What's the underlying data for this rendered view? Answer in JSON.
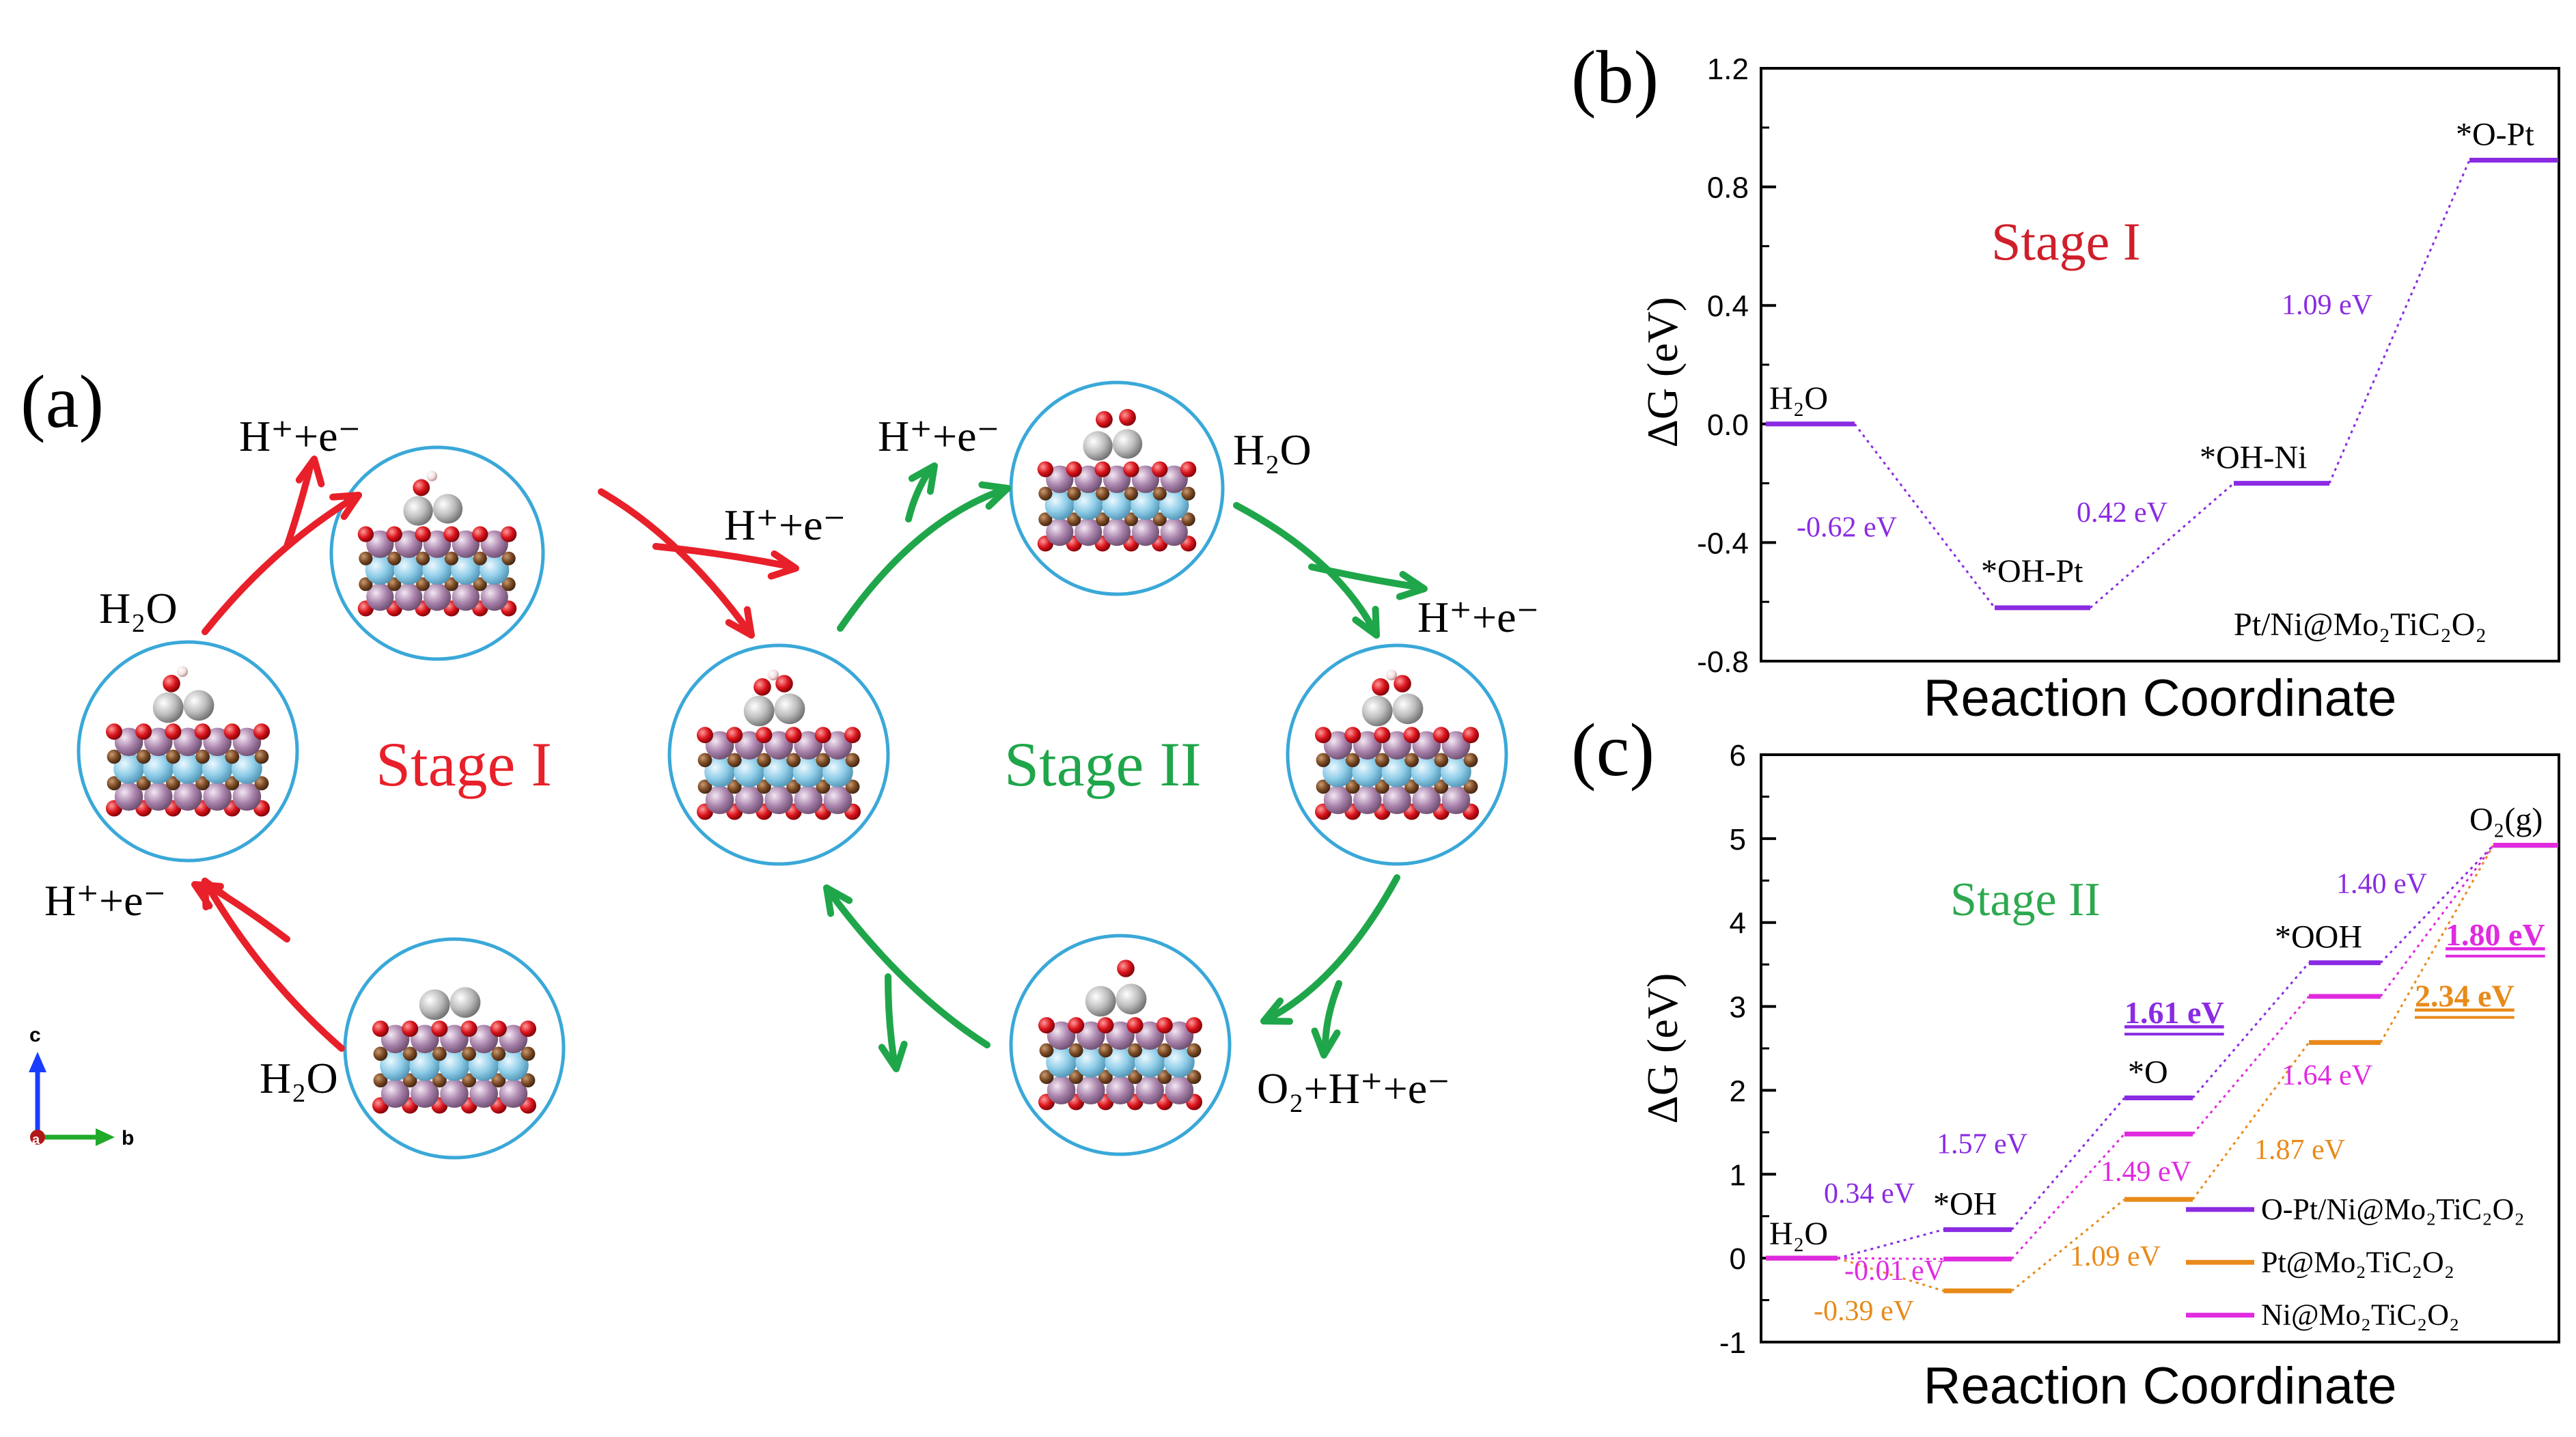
{
  "panel_a": {
    "label": "(a)",
    "stage1_label": "Stage I",
    "stage2_label": "Stage II",
    "stage1_color": "#e8202a",
    "stage2_color": "#1fa64a",
    "circle_color": "#3aa8d8",
    "atom_colors": {
      "Mo": "#9e7aa0",
      "Ti": "#8fcde8",
      "O": "#d9141c",
      "C": "#7a4a24",
      "Pt": "#b0b0b0",
      "Ni": "#c6c6c6",
      "H": "#f2dada"
    },
    "labels": {
      "h2o_bottom": "H₂O",
      "proton_left": "H⁺+e⁻",
      "h2o_left": "H₂O",
      "proton_top": "H⁺+e⁻",
      "proton_right1": "H⁺+e⁻",
      "proton_stage2_top": "H⁺+e⁻",
      "h2o_stage2": "H₂O",
      "proton_stage2_right": "H⁺+e⁻",
      "o2_release": "O₂+H⁺+e⁻"
    },
    "axes_indicator": {
      "c": "c",
      "b": "b",
      "a": "a"
    }
  },
  "chart_data": [
    {
      "type": "energy-diagram",
      "panel": "(b)",
      "title": "Stage I",
      "title_color": "#cf1f2a",
      "xlabel": "Reaction Coordinate",
      "ylabel": "ΔG (eV)",
      "ylim": [
        -0.8,
        1.2
      ],
      "yticks": [
        "1.2",
        "0.8",
        "0.4",
        "0.0",
        "-0.4",
        "-0.8"
      ],
      "legend": "Pt/Ni@Mo₂TiC₂O₂",
      "color": "#8a2be2",
      "series": [
        {
          "states": [
            "H₂O",
            "*OH-Pt",
            "*OH-Ni",
            "*O-Pt"
          ],
          "values": [
            0.0,
            -0.62,
            -0.2,
            0.89
          ],
          "steps": [
            "-0.62 eV",
            "0.42 eV",
            "1.09 eV"
          ]
        }
      ]
    },
    {
      "type": "energy-diagram",
      "panel": "(c)",
      "title": "Stage II",
      "title_color": "#2ea84f",
      "xlabel": "Reaction Coordinate",
      "ylabel": "ΔG (eV)",
      "ylim": [
        -1,
        6
      ],
      "yticks": [
        "6",
        "5",
        "4",
        "3",
        "2",
        "1",
        "0",
        "-1"
      ],
      "state_labels": [
        "H₂O",
        "*OH",
        "*O",
        "*OOH",
        "O₂(g)"
      ],
      "series": [
        {
          "name": "O-Pt/Ni@Mo₂TiC₂O₂",
          "color": "#8a2be2",
          "values": [
            0,
            0.34,
            1.91,
            3.52,
            4.92
          ],
          "steps": [
            "0.34 eV",
            "1.57 eV",
            "1.61 eV",
            "1.40 eV"
          ],
          "max_step": "1.61 eV"
        },
        {
          "name": "Pt@Mo₂TiC₂O₂",
          "color": "#e88a1a",
          "values": [
            0,
            -0.39,
            0.7,
            2.57,
            4.92
          ],
          "steps": [
            "-0.39 eV",
            "1.09 eV",
            "1.87 eV",
            "2.34 eV"
          ],
          "max_step": "2.34 eV"
        },
        {
          "name": "Ni@Mo₂TiC₂O₂",
          "color": "#e02ae0",
          "values": [
            0,
            -0.01,
            1.48,
            3.12,
            4.92
          ],
          "steps": [
            "-0.01 eV",
            "1.49 eV",
            "1.64 eV",
            "1.80 eV"
          ],
          "max_step": "1.80 eV"
        }
      ]
    }
  ]
}
